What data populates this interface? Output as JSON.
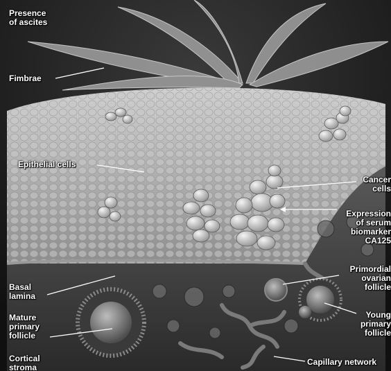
{
  "labels": {
    "ascites": "Presence\nof ascites",
    "fimbrae": "Fimbrae",
    "epithelial": "Epithelial cells",
    "cancer": "Cancer\ncells",
    "expression": "Expression\nof serum\nbiomarker\nCA125",
    "basal": "Basal\nlamina",
    "primordial": "Primordial\novarian\nfollicle",
    "mature": "Mature\nprimary\nfollicle",
    "young": "Young\nprimary\nfollicle",
    "cortical": "Cortical\nstroma",
    "capillary": "Capillary network"
  },
  "colors": {
    "background": "#1a1a1a",
    "epithelium": "#b8b8b8",
    "stroma": "#4a4a4a",
    "label": "#ffffff"
  }
}
